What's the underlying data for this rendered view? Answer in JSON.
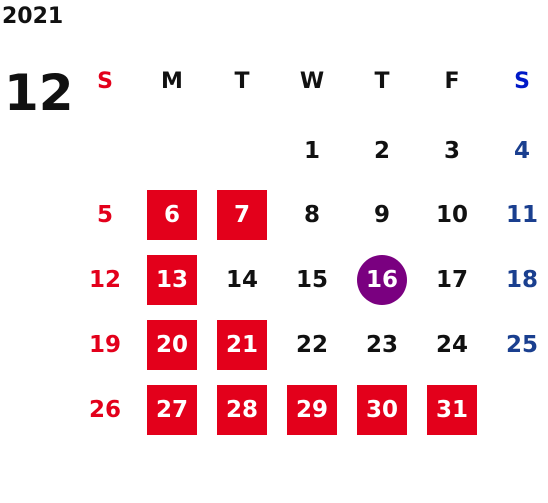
{
  "calendar": {
    "year": "2021",
    "month": "12",
    "weekdays": [
      "S",
      "M",
      "T",
      "W",
      "T",
      "F",
      "S"
    ],
    "weeks": [
      [
        "",
        "",
        "",
        "1",
        "2",
        "3",
        "4"
      ],
      [
        "5",
        "6",
        "7",
        "8",
        "9",
        "10",
        "11"
      ],
      [
        "12",
        "13",
        "14",
        "15",
        "16",
        "17",
        "18"
      ],
      [
        "19",
        "20",
        "21",
        "22",
        "23",
        "24",
        "25"
      ],
      [
        "26",
        "27",
        "28",
        "29",
        "30",
        "31",
        ""
      ]
    ],
    "highlighted_days": [
      "6",
      "7",
      "13",
      "20",
      "21",
      "27",
      "28",
      "29",
      "30",
      "31"
    ],
    "circled_day": "16"
  },
  "colors": {
    "sunday": "#e3001b",
    "saturday": "#1a3f8f",
    "saturday_header": "#0019c8",
    "highlight_fill": "#e3001b",
    "circle_fill": "#7a0080"
  }
}
